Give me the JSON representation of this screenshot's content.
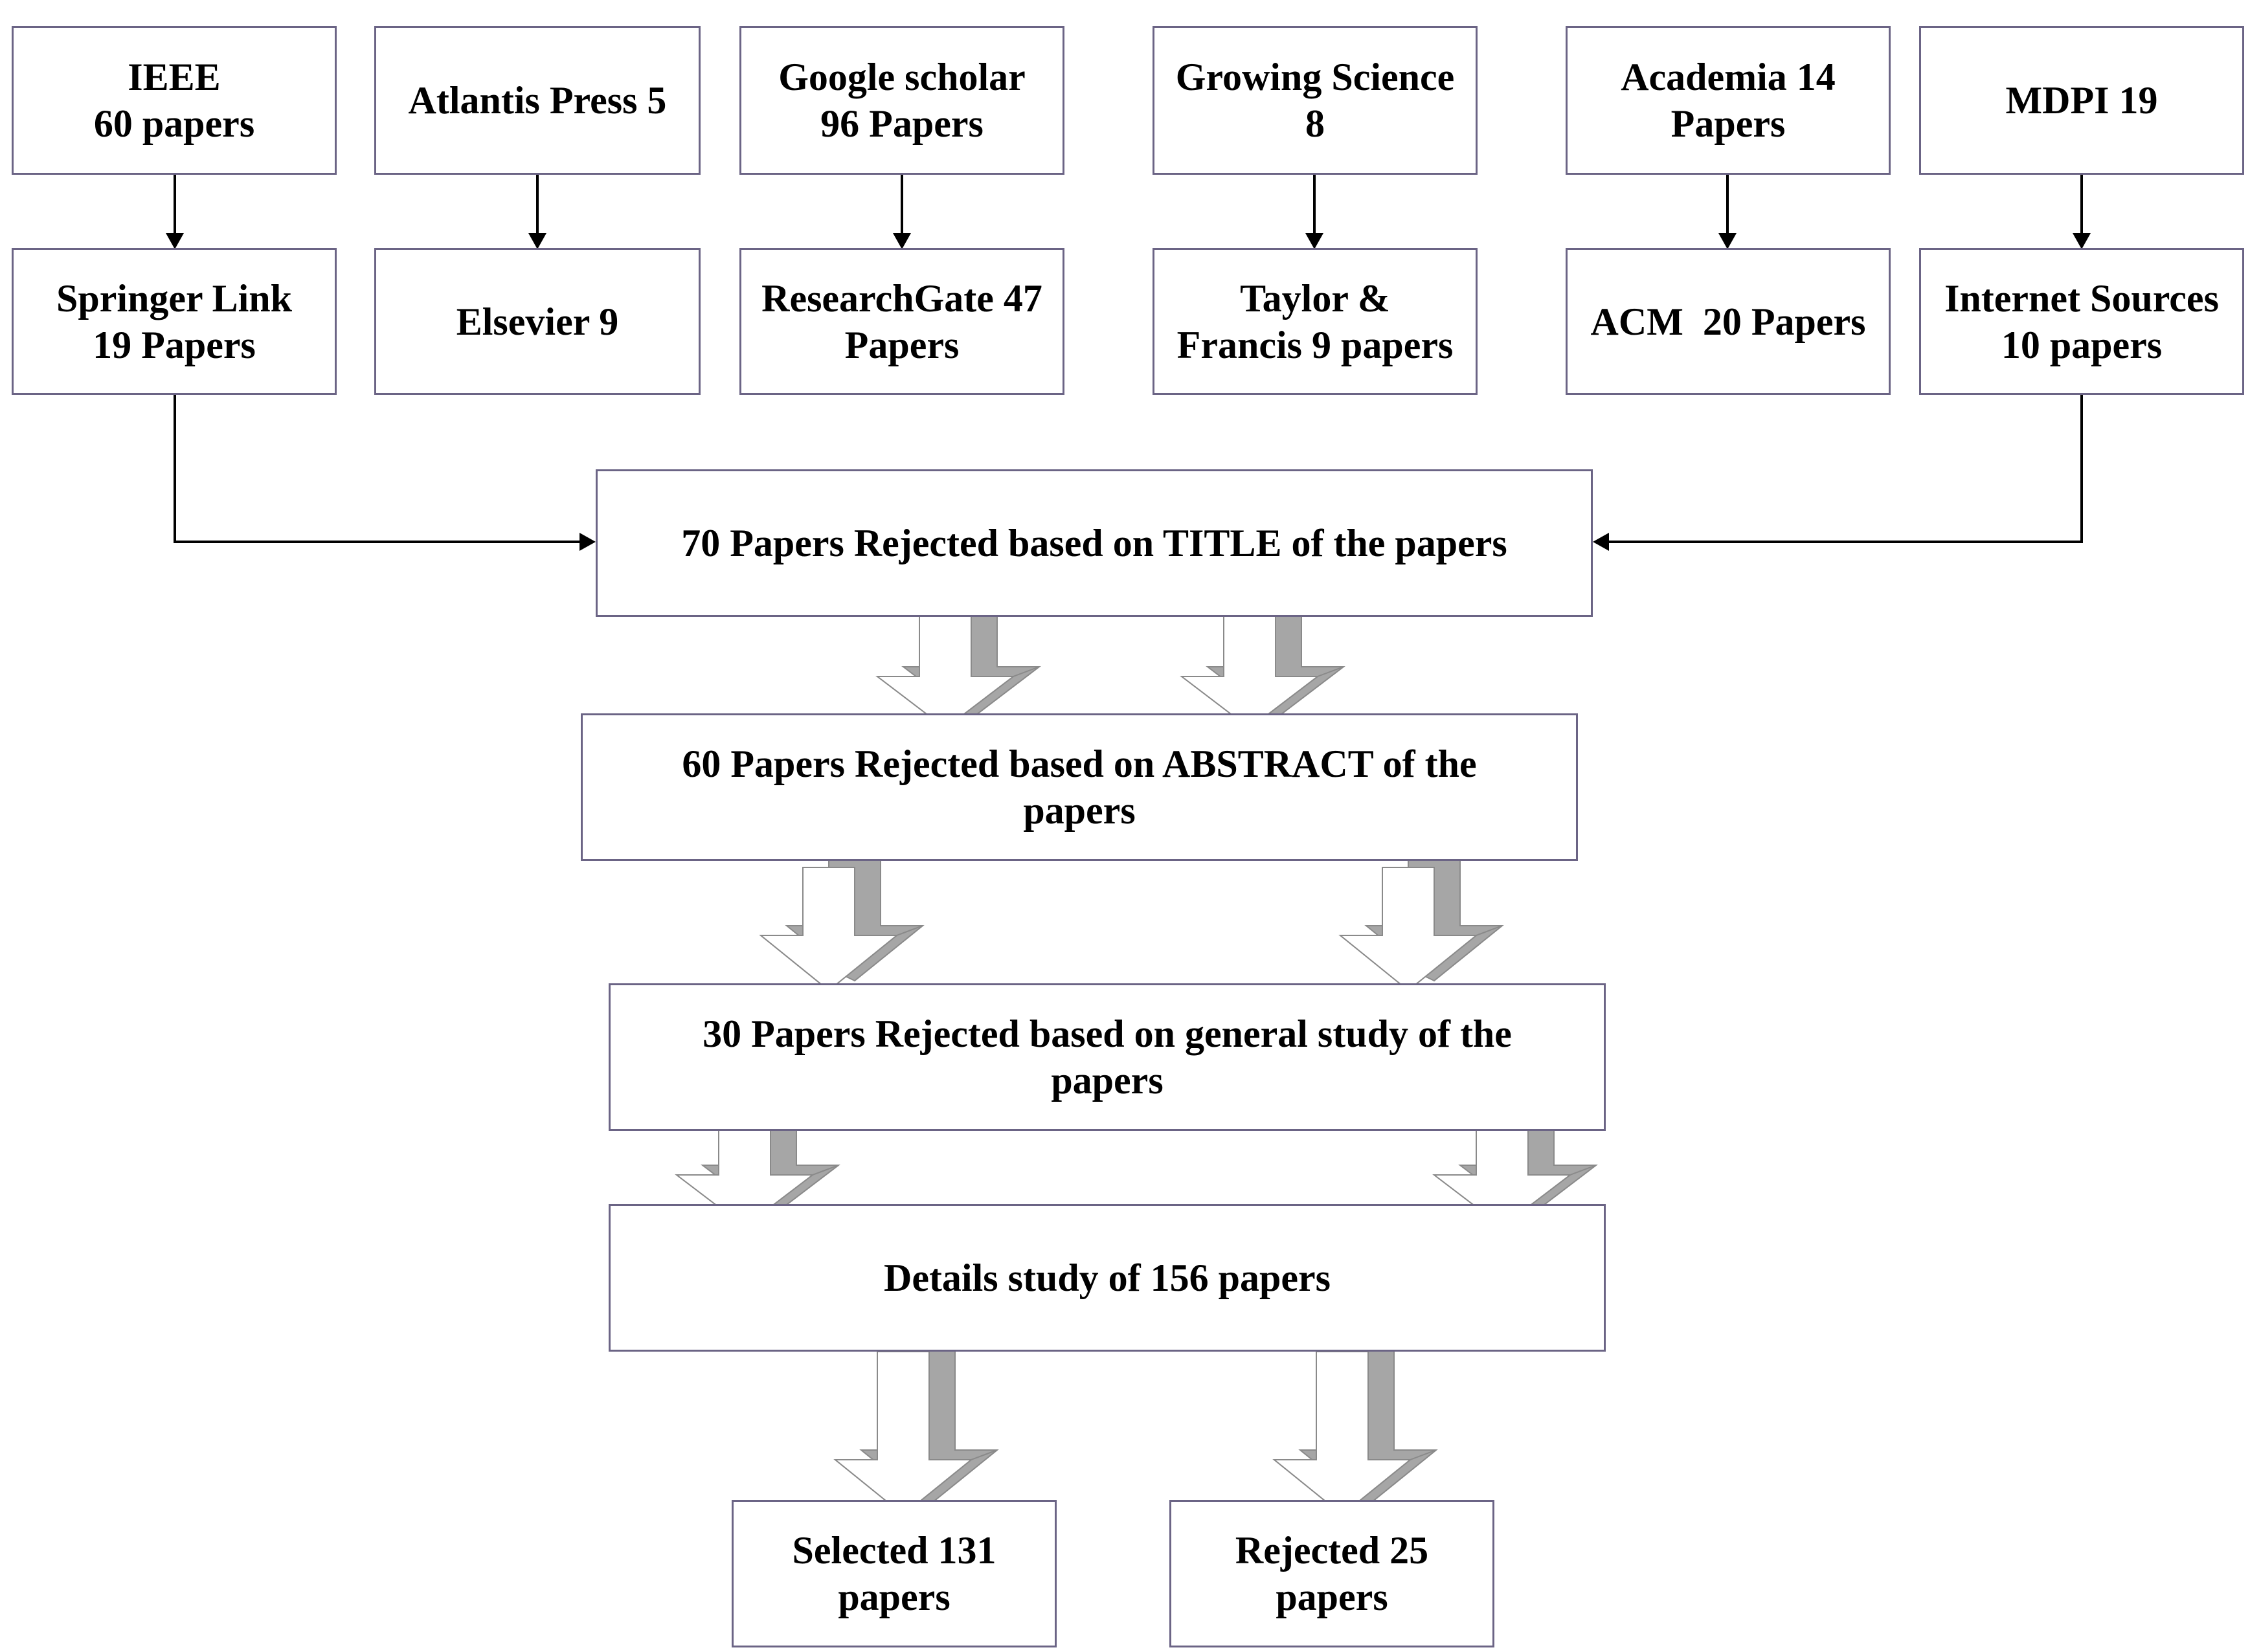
{
  "sources_top": [
    {
      "lines": [
        "IEEE",
        "60 papers"
      ]
    },
    {
      "lines": [
        "Atlantis Press 5"
      ]
    },
    {
      "lines": [
        "Google scholar",
        "96 Papers"
      ]
    },
    {
      "lines": [
        "Growing Science",
        "8"
      ]
    },
    {
      "lines": [
        "Academia 14",
        "Papers"
      ]
    },
    {
      "lines": [
        "MDPI 19"
      ]
    }
  ],
  "sources_bottom": [
    {
      "lines": [
        "Springer Link",
        "19 Papers"
      ]
    },
    {
      "lines": [
        "Elsevier 9"
      ]
    },
    {
      "lines": [
        "ResearchGate 47",
        "Papers"
      ]
    },
    {
      "lines": [
        "Taylor &",
        "Francis 9 papers"
      ]
    },
    {
      "lines": [
        "ACM  20 Papers"
      ]
    },
    {
      "lines": [
        "Internet Sources",
        "10 papers"
      ]
    }
  ],
  "stages": [
    {
      "lines": [
        "70 Papers Rejected based on TITLE of the papers"
      ]
    },
    {
      "lines": [
        "60 Papers Rejected based on ABSTRACT of the",
        "papers"
      ]
    },
    {
      "lines": [
        "30 Papers Rejected based on general study of the",
        "papers"
      ]
    },
    {
      "lines": [
        "Details study of 156 papers"
      ]
    }
  ],
  "outcomes": [
    {
      "lines": [
        "Selected 131",
        "papers"
      ]
    },
    {
      "lines": [
        "Rejected 25",
        "papers"
      ]
    }
  ],
  "colors": {
    "box_border": "#6b6485",
    "connector": "#000000",
    "block_arrow_shadow": "#a6a6a6",
    "block_arrow_face": "#ffffff"
  }
}
